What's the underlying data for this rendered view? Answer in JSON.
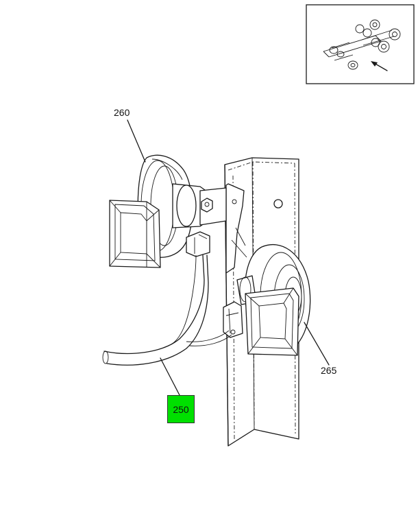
{
  "callouts": {
    "horn_upper": "260",
    "horn_lower": "265",
    "harness": "250"
  },
  "colors": {
    "highlight": "#00e000",
    "line": "#1a1a1a",
    "background": "#ffffff"
  }
}
